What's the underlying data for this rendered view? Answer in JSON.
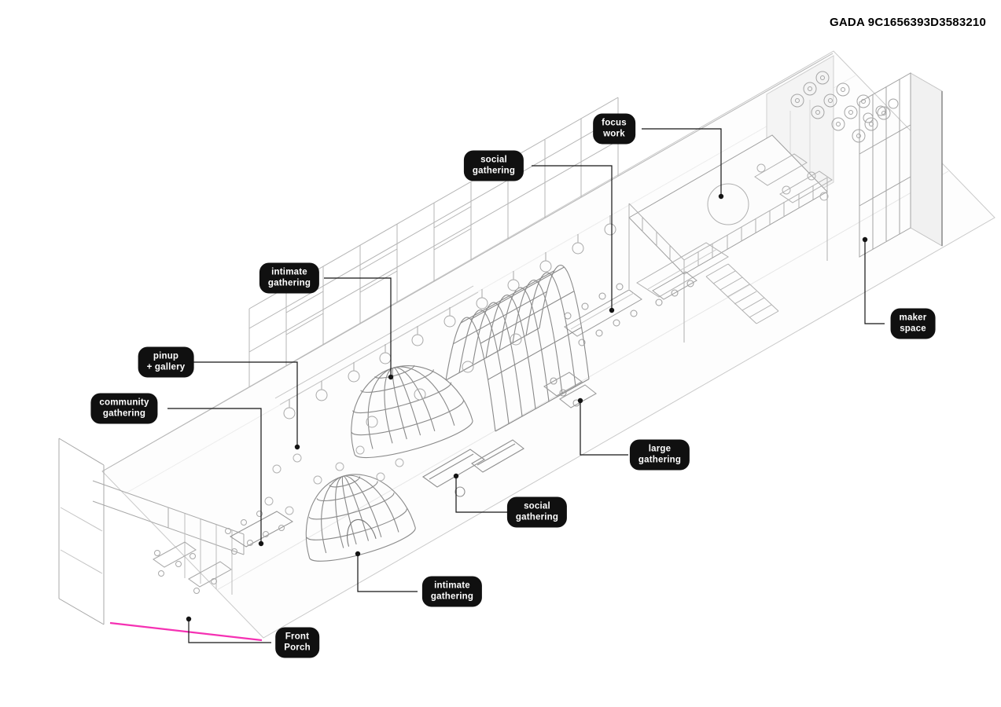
{
  "header": {
    "drawing_code": "GADA 9C1656393D3583210"
  },
  "labels": {
    "focus_work": {
      "line1": "focus",
      "line2": "work"
    },
    "social_gathering_top": {
      "line1": "social",
      "line2": "gathering"
    },
    "intimate_gathering_top": {
      "line1": "intimate",
      "line2": "gathering"
    },
    "pinup_gallery": {
      "line1": "pinup",
      "line2": "+ gallery"
    },
    "community_gathering": {
      "line1": "community",
      "line2": "gathering"
    },
    "large_gathering": {
      "line1": "large",
      "line2": "gathering"
    },
    "social_gathering_bottom": {
      "line1": "social",
      "line2": "gathering"
    },
    "intimate_gathering_bottom": {
      "line1": "intimate",
      "line2": "gathering"
    },
    "front_porch": {
      "line1": "Front",
      "line2": "Porch"
    },
    "maker_space": {
      "line1": "maker",
      "line2": "space"
    }
  },
  "colors": {
    "label_bg": "#101010",
    "label_text": "#ffffff",
    "accent_pink": "#f531b3",
    "linework": "#9a9a9a",
    "leader": "#141414"
  }
}
